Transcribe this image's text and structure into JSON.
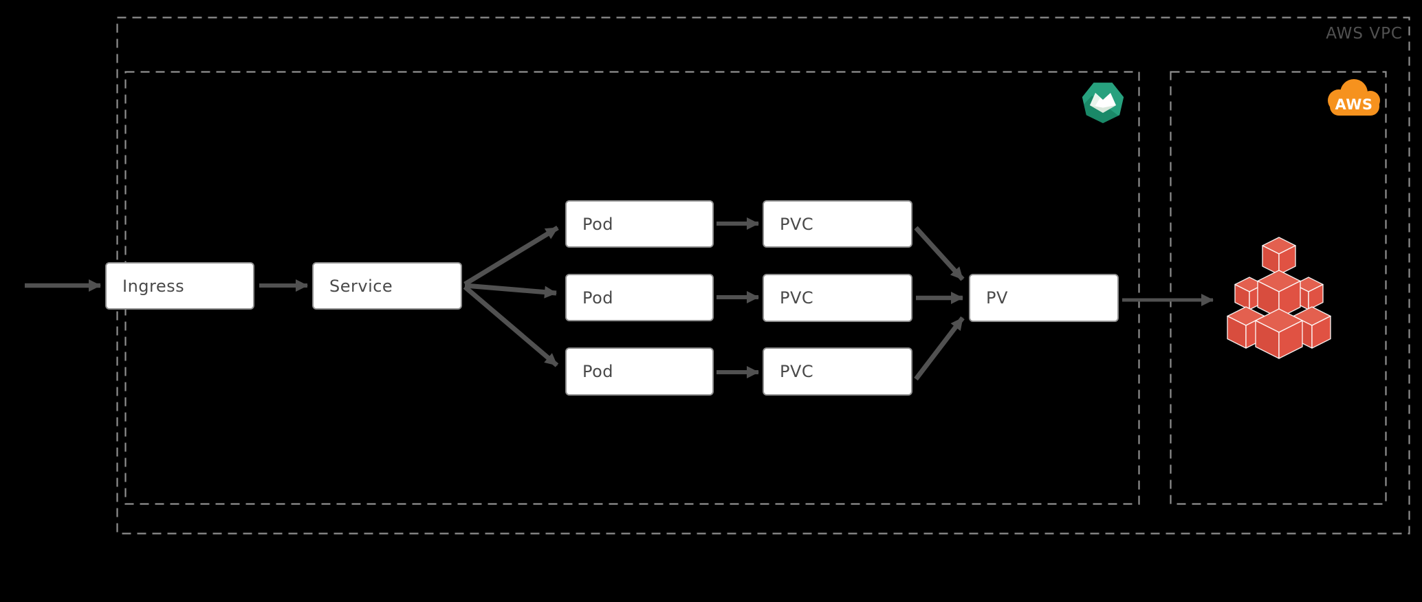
{
  "diagram": {
    "regions": {
      "aws_vpc": {
        "label": "AWS VPC"
      },
      "kubernetes_cluster": {
        "icon": "kubernetes-icon"
      },
      "aws_services": {
        "icon": "aws-cloud-icon"
      }
    },
    "nodes": {
      "ingress": {
        "label": "Ingress"
      },
      "service": {
        "label": "Service"
      },
      "pods": [
        {
          "label": "Pod"
        },
        {
          "label": "Pod"
        },
        {
          "label": "Pod"
        }
      ],
      "pvcs": [
        {
          "label": "PVC"
        },
        {
          "label": "PVC"
        },
        {
          "label": "PVC"
        }
      ],
      "pv": {
        "label": "PV"
      }
    },
    "icons": {
      "kubernetes": {
        "name": "kubernetes-icon",
        "color": "#27a17e"
      },
      "aws_cloud": {
        "name": "aws-cloud-icon",
        "color": "#f6921e",
        "text": "AWS"
      },
      "aws_cubes": {
        "name": "aws-cubes-icon",
        "color": "#e05243"
      }
    },
    "colors": {
      "background": "#000000",
      "dashed_border": "#8f8f8f",
      "arrow": "#515151",
      "node_fill": "#ffffff",
      "node_border": "#8f8f8f",
      "node_text": "#4a4a4a",
      "region_label_text": "#515151"
    }
  }
}
